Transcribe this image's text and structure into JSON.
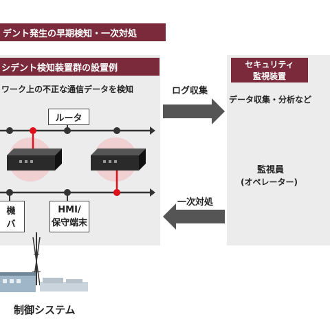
{
  "title_bar": "デント発生の早期検知・一次対処",
  "left_panel": {
    "header": "シデント検知装置群の設置例",
    "subtitle": "ワーク上の不正な通信データを検知",
    "router_label": "ルータ",
    "device_box_1": [
      "機",
      "バ"
    ],
    "device_box_2": [
      "HMI/",
      "保守端末"
    ]
  },
  "right_panel": {
    "header_line1": "セキュリティ",
    "header_line2": "監視装置",
    "caption_top": "データ収集・分析など",
    "operator_line1": "監視員",
    "operator_line2": "(オペレーター)"
  },
  "arrows": {
    "log_collect": "ログ収集",
    "first_response": "一次対処"
  },
  "bottom_caption": "制御システム"
}
